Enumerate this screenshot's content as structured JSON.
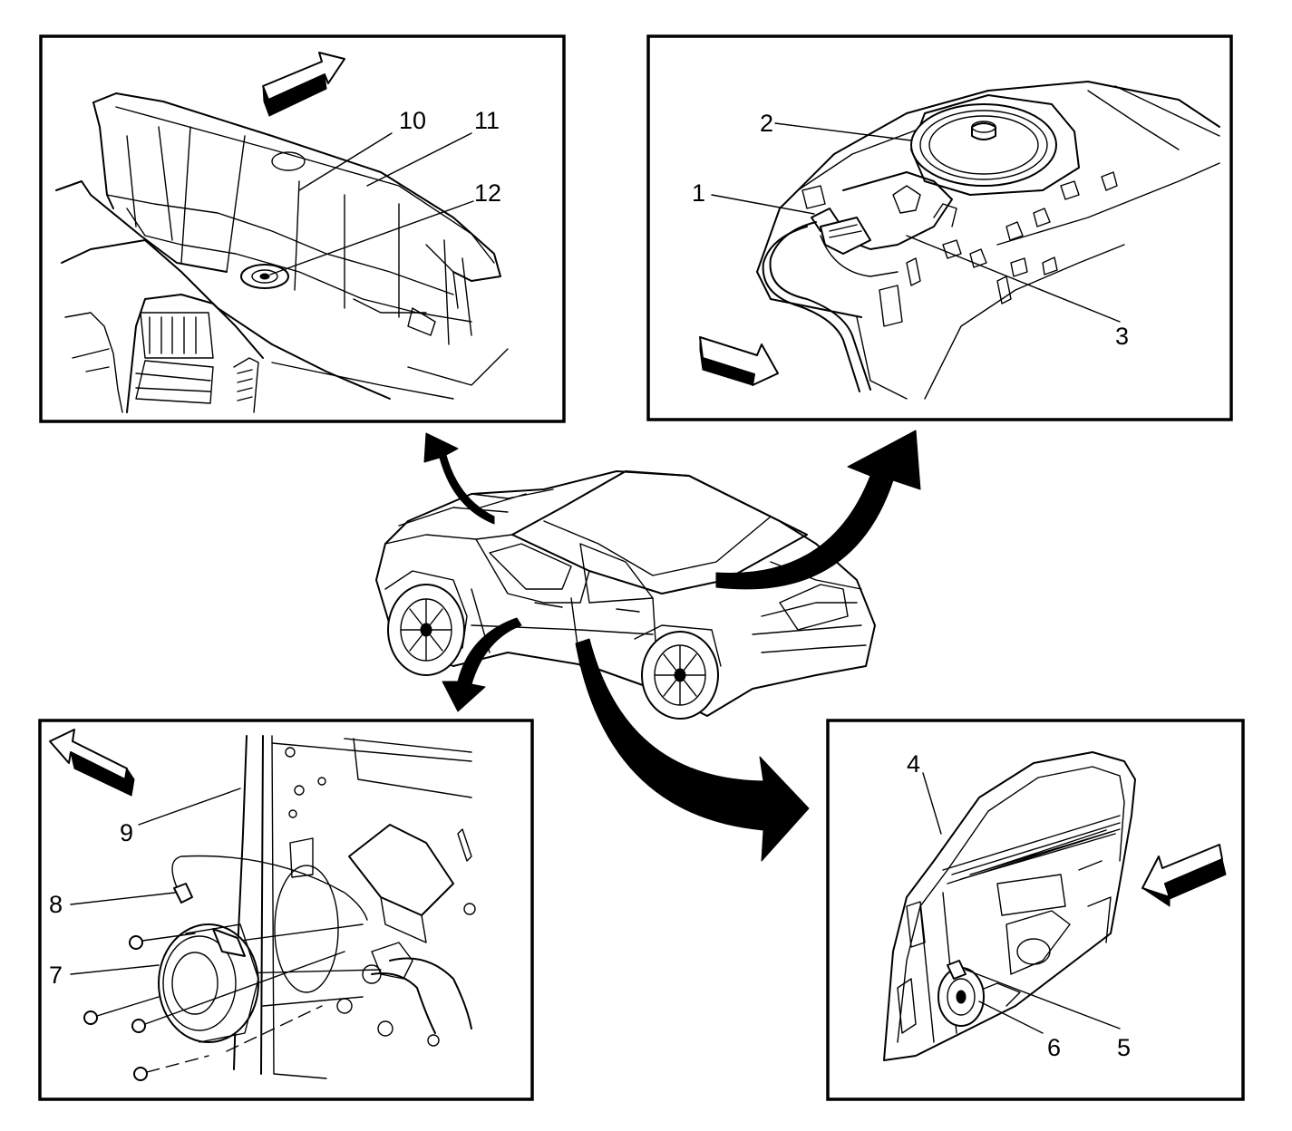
{
  "callouts": {
    "c1": "1",
    "c2": "2",
    "c3": "3",
    "c4": "4",
    "c5": "5",
    "c6": "6",
    "c7": "7",
    "c8": "8",
    "c9": "9",
    "c10": "10",
    "c11": "11",
    "c12": "12"
  },
  "colors": {
    "ink": "#000000",
    "paper": "#ffffff"
  },
  "icons": [
    "direction-arrow-icon",
    "curved-pointer-arrow-icon"
  ]
}
